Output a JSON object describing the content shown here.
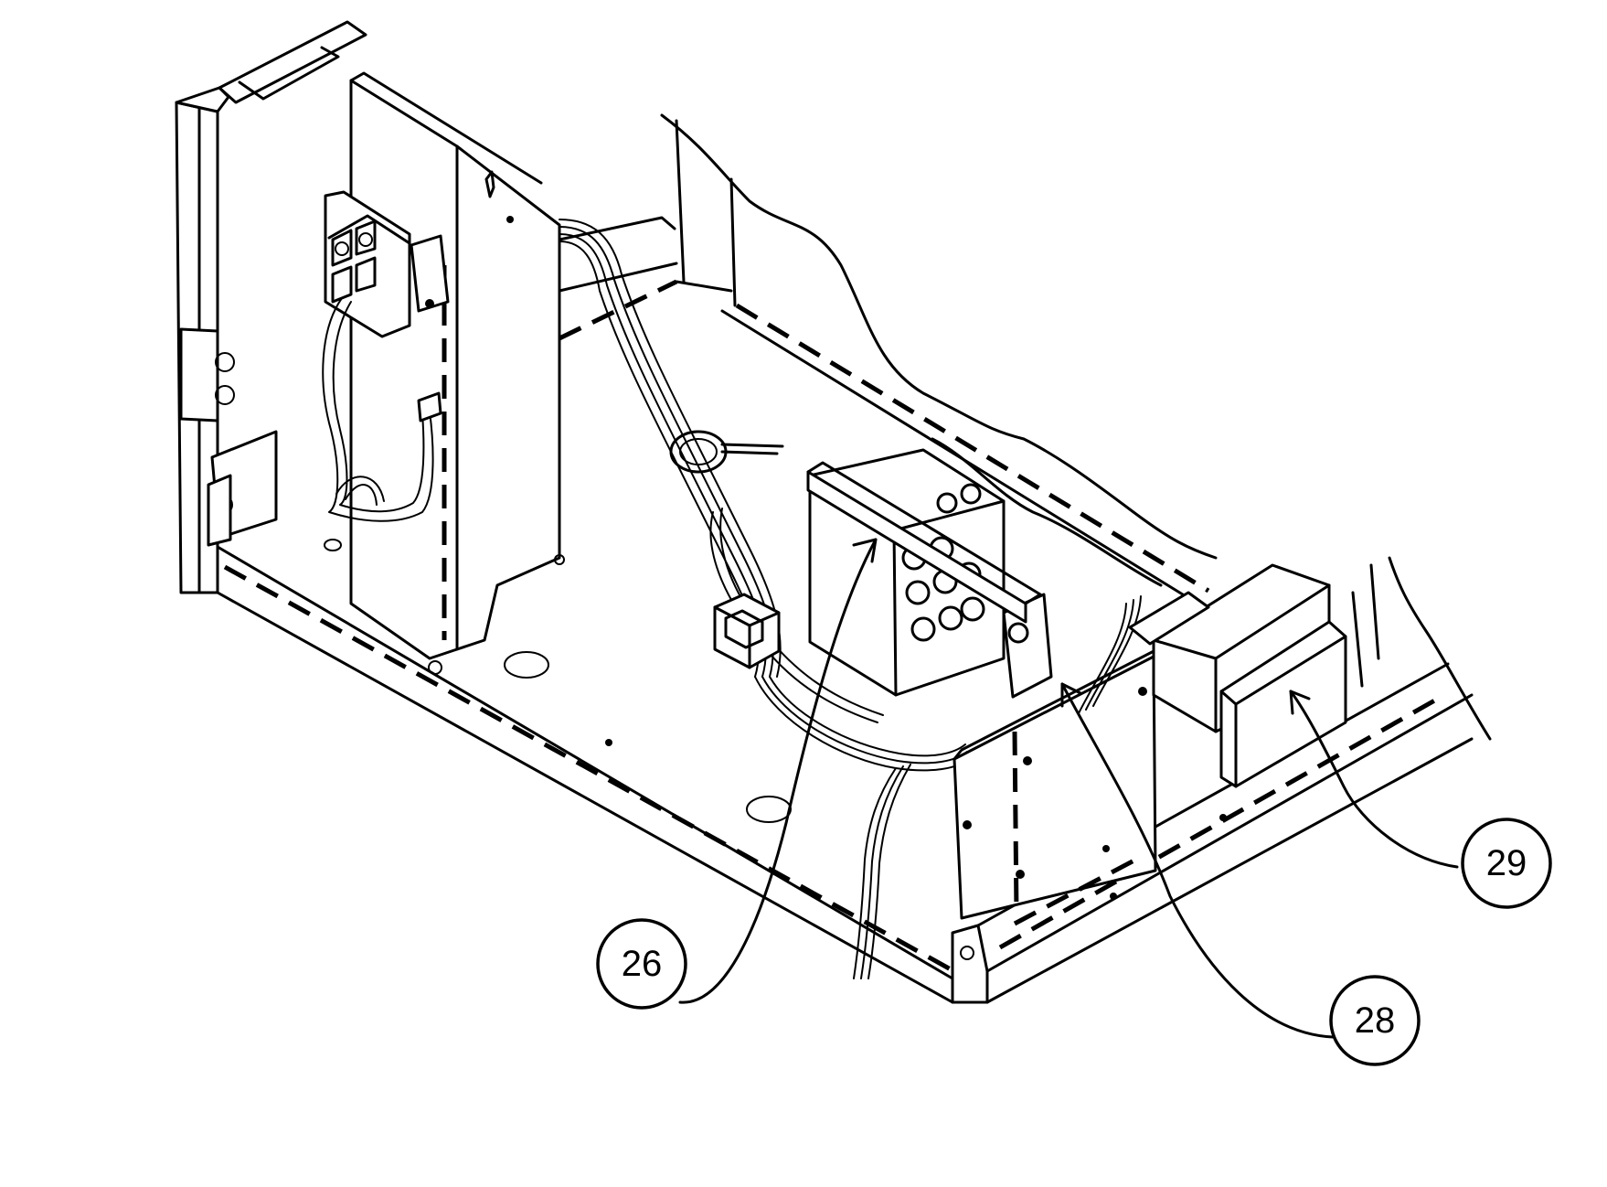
{
  "diagram": {
    "callouts": [
      {
        "label": "26"
      },
      {
        "label": "28"
      },
      {
        "label": "29"
      }
    ]
  }
}
